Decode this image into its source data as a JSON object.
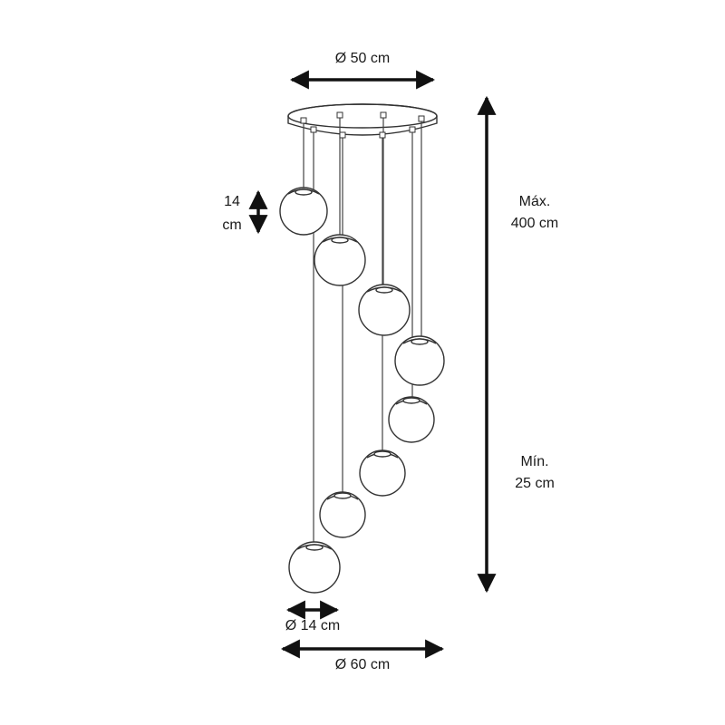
{
  "dimensions": {
    "canopy_diameter": "Ø 50 cm",
    "globe_height_value": "14",
    "globe_height_unit": "cm",
    "max_height_label": "Máx.",
    "max_height_value": "400 cm",
    "min_height_label": "Mín.",
    "min_height_value": "25 cm",
    "globe_diameter": "Ø 14 cm",
    "total_diameter": "Ø 60 cm"
  },
  "colors": {
    "line": "#333333",
    "arrow": "#111111"
  }
}
